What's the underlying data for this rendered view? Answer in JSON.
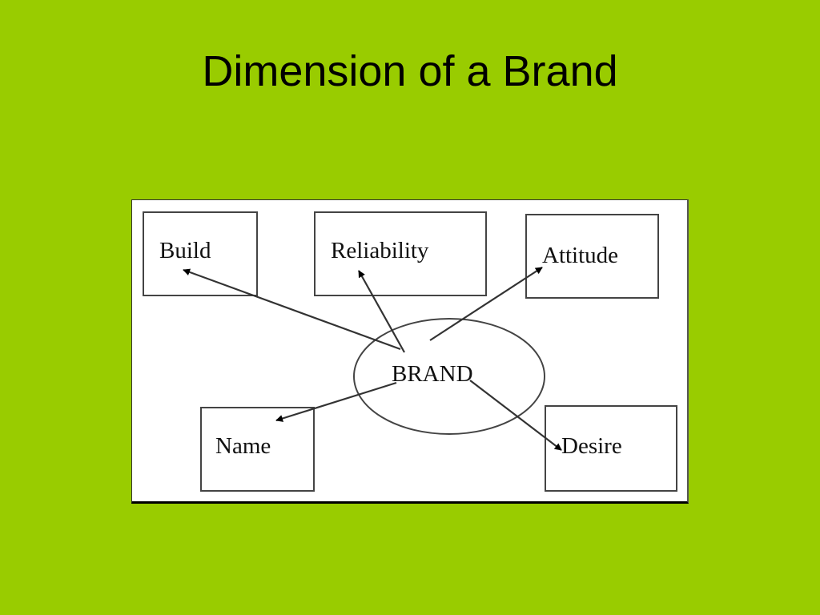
{
  "slide": {
    "title": "Dimension of a Brand",
    "background_color": "#99cc00"
  },
  "diagram": {
    "center": {
      "label": "BRAND"
    },
    "nodes": [
      {
        "id": "build",
        "label": "Build"
      },
      {
        "id": "reliability",
        "label": "Reliability"
      },
      {
        "id": "attitude",
        "label": "Attitude"
      },
      {
        "id": "name",
        "label": "Name"
      },
      {
        "id": "desire",
        "label": "Desire"
      }
    ],
    "edges": [
      {
        "from": "brand",
        "to": "build"
      },
      {
        "from": "brand",
        "to": "reliability"
      },
      {
        "from": "brand",
        "to": "attitude"
      },
      {
        "from": "brand",
        "to": "name"
      },
      {
        "from": "brand",
        "to": "desire"
      }
    ]
  }
}
